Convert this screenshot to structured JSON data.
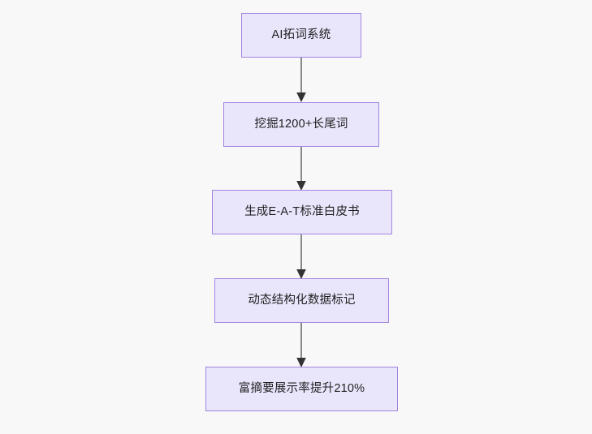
{
  "diagram": {
    "type": "flowchart",
    "direction": "top-to-bottom",
    "background_color": "#f8f8f8",
    "node_fill_color": "#e9e6fc",
    "node_border_color": "#a185e0",
    "node_text_color": "#1f2020",
    "edge_line_color": "#888a8a",
    "edge_arrow_color": "#333333",
    "nodes": [
      {
        "id": "n1",
        "label": "AI拓词系统"
      },
      {
        "id": "n2",
        "label": "挖掘1200+长尾词"
      },
      {
        "id": "n3",
        "label": "生成E-A-T标准白皮书"
      },
      {
        "id": "n4",
        "label": "动态结构化数据标记"
      },
      {
        "id": "n5",
        "label": "富摘要展示率提升210%"
      }
    ],
    "edges": [
      {
        "id": "e1",
        "from": "n1",
        "to": "n2",
        "arrow": "down-arrow"
      },
      {
        "id": "e2",
        "from": "n2",
        "to": "n3",
        "arrow": "down-arrow"
      },
      {
        "id": "e3",
        "from": "n3",
        "to": "n4",
        "arrow": "down-arrow"
      },
      {
        "id": "e4",
        "from": "n4",
        "to": "n5",
        "arrow": "down-arrow"
      }
    ]
  }
}
